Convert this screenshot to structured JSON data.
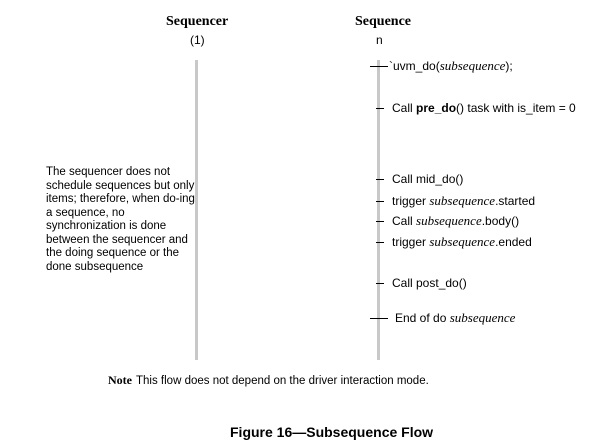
{
  "columns": {
    "sequencer": {
      "title": "Sequencer",
      "multiplicity": "(1)"
    },
    "sequence": {
      "title": "Sequence",
      "multiplicity": "n"
    }
  },
  "steps": [
    {
      "pre": "`uvm_do(",
      "em": "subsequence",
      "post": ");"
    },
    {
      "pre": "Call ",
      "strong": "pre_do",
      "post": "() task with is_item = 0"
    },
    {
      "pre": "Call mid_do()"
    },
    {
      "pre": "trigger ",
      "em": "subsequence",
      "post": ".started"
    },
    {
      "pre": "Call ",
      "em": "subsequence",
      "post": ".body()"
    },
    {
      "pre": "trigger ",
      "em": "subsequence",
      "post": ".ended"
    },
    {
      "pre": "Call post_do()"
    },
    {
      "pre": "End of do ",
      "em": "subsequence"
    }
  ],
  "sync_note": "The sequencer does not schedule sequences but only items; therefore, when do-ing a sequence, no synchronization is done between the sequencer and the doing sequence or the done subsequence",
  "note": {
    "label": "Note",
    "text": "This flow does not depend on the driver interaction mode."
  },
  "caption": "Figure 16—Subsequence Flow"
}
